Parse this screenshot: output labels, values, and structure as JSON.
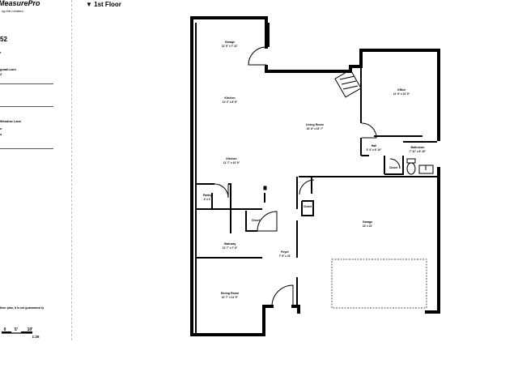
{
  "header": {
    "brand": "MeasurePro",
    "tagline": "ng the Lenders",
    "floor_label": "▼ 1st Floor"
  },
  "sidebar": {
    "order_number": "52",
    "lines": [
      "r",
      "gmail.com",
      "2"
    ],
    "address_lines": [
      "Meadow Lane",
      "n",
      "s"
    ],
    "disclaimer": "floor plan, it is not guaranteed ty",
    "scale": {
      "ticks": [
        "0",
        "5'",
        "10'"
      ],
      "ratio": "1:26"
    }
  },
  "rooms": [
    {
      "id": "garage_top",
      "name": "Garage",
      "dims": "11' 5\" x 7' 11\""
    },
    {
      "id": "kitchen",
      "name": "Kitchen",
      "dims": "11' 2\" x 8' 6\""
    },
    {
      "id": "living",
      "name": "Living Room",
      "dims": "19' 6\" x 19' 7\""
    },
    {
      "id": "office",
      "name": "Office",
      "dims": "11' 5\" x 10' 9\""
    },
    {
      "id": "hall",
      "name": "Hall",
      "dims": "3' 4\" x 6' 10\""
    },
    {
      "id": "closet_hall",
      "name": "Closet",
      "dims": ""
    },
    {
      "id": "bathroom",
      "name": "Bathroom",
      "dims": "7' 11\" x 6' 10\""
    },
    {
      "id": "kitchen2",
      "name": "Kitchen",
      "dims": "11' 7\" x 10' 9\""
    },
    {
      "id": "pantry",
      "name": "Pantry",
      "dims": "4' x 4'"
    },
    {
      "id": "closet_left",
      "name": "Closet",
      "dims": ""
    },
    {
      "id": "closet_center",
      "name": "Closet",
      "dims": ""
    },
    {
      "id": "garage",
      "name": "Garage",
      "dims": "22' x 21'"
    },
    {
      "id": "stairway",
      "name": "Stairway",
      "dims": "11' 7\" x 7' 6\""
    },
    {
      "id": "foyer",
      "name": "Foyer",
      "dims": "7' 5\" x 21'"
    },
    {
      "id": "dining",
      "name": "Dining Room",
      "dims": "11' 7\" x 11' 9\""
    }
  ],
  "colors": {
    "wall": "#000000",
    "line": "#888888",
    "background": "#ffffff"
  }
}
